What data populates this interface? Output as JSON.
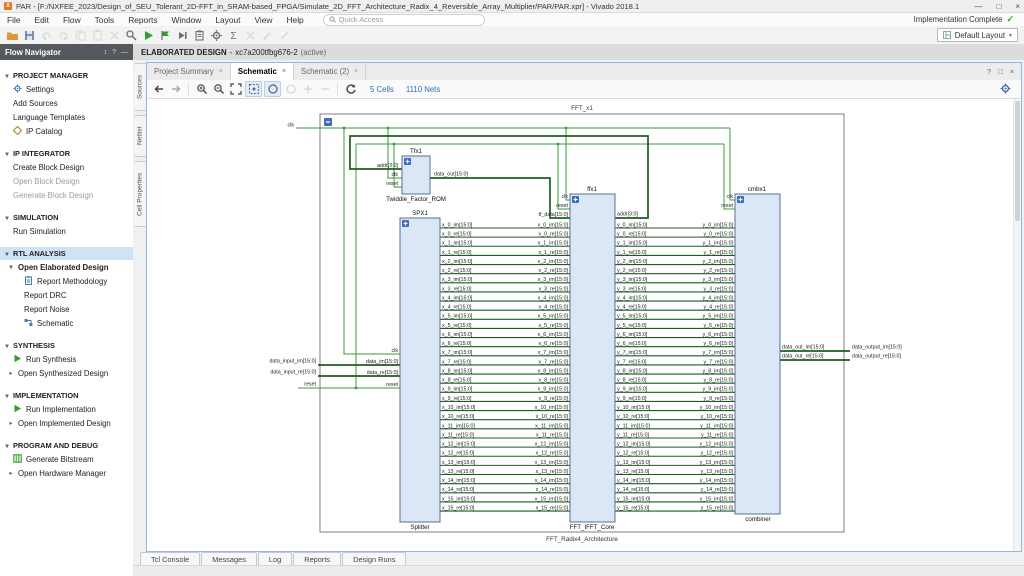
{
  "colors": {
    "accent_green": "#2e9e2e",
    "net_green": "#3a9a3a",
    "bus_green": "#1e5c1e",
    "block_fill": "#dbe7f6",
    "block_border": "#49648b",
    "plus_blue": "#3f6db5",
    "link_blue": "#2a6fb8",
    "check_green": "#2fa02f",
    "selection_blue": "#cfe3f7"
  },
  "titlebar": {
    "title": "PAR - [F:/NXFEE_2023/Design_of_SEU_Tolerant_2D-FFT_in_SRAM-based_FPGA/Simulate_2D_FFT_Architecture_Radix_4_Reversible_Array_Multiplier/PAR/PAR.xpr] - Vivado 2018.1",
    "logo_letter": "X",
    "controls": [
      {
        "name": "minimize",
        "glyph": "—"
      },
      {
        "name": "maximize",
        "glyph": "□"
      },
      {
        "name": "close",
        "glyph": "×"
      }
    ]
  },
  "menubar": {
    "menus": [
      "File",
      "Edit",
      "Flow",
      "Tools",
      "Reports",
      "Window",
      "Layout",
      "View",
      "Help"
    ],
    "quick_access": "Quick Access"
  },
  "toolbar": {
    "icons": [
      {
        "name": "open-project-icon",
        "disabled": false
      },
      {
        "name": "save-icon",
        "disabled": false
      },
      {
        "name": "undo-icon",
        "disabled": true
      },
      {
        "name": "redo-icon",
        "disabled": true
      },
      {
        "name": "copy-icon",
        "disabled": true
      },
      {
        "name": "paste-icon",
        "disabled": true
      },
      {
        "name": "delete-icon",
        "disabled": true
      },
      {
        "name": "search-icon",
        "disabled": false
      },
      {
        "name": "run-icon",
        "disabled": false
      },
      {
        "name": "flag-icon",
        "disabled": false
      },
      {
        "name": "step-icon",
        "disabled": false
      },
      {
        "name": "clipboard-icon",
        "disabled": false
      },
      {
        "name": "settings-icon",
        "disabled": false
      },
      {
        "name": "sum-icon",
        "disabled": false
      },
      {
        "name": "x2-icon",
        "disabled": true
      },
      {
        "name": "edit-icon",
        "disabled": true
      },
      {
        "name": "slash-icon",
        "disabled": true
      }
    ],
    "status_text": "Implementation Complete",
    "check_glyph": "✓",
    "layout_selector": "Default Layout"
  },
  "flow_navigator": {
    "title": "Flow Navigator",
    "header_icons": [
      "collapse-all-icon",
      "help-icon",
      "minimize-icon"
    ],
    "sections": [
      {
        "label": "PROJECT MANAGER",
        "items": [
          {
            "label": "Settings",
            "icon": "gear-icon"
          },
          {
            "label": "Add Sources"
          },
          {
            "label": "Language Templates"
          },
          {
            "label": "IP Catalog",
            "icon": "ip-icon"
          }
        ]
      },
      {
        "label": "IP INTEGRATOR",
        "items": [
          {
            "label": "Create Block Design"
          },
          {
            "label": "Open Block Design",
            "disabled": true
          },
          {
            "label": "Generate Block Design",
            "disabled": true
          }
        ]
      },
      {
        "label": "SIMULATION",
        "items": [
          {
            "label": "Run Simulation"
          }
        ]
      },
      {
        "label": "RTL ANALYSIS",
        "highlight": true,
        "items": [
          {
            "label": "Open Elaborated Design",
            "bold": true,
            "chevron": "down",
            "children": [
              {
                "label": "Report Methodology",
                "icon": "report-icon"
              },
              {
                "label": "Report DRC"
              },
              {
                "label": "Report Noise"
              },
              {
                "label": "Schematic",
                "icon": "schematic-icon"
              }
            ]
          }
        ]
      },
      {
        "label": "SYNTHESIS",
        "items": [
          {
            "label": "Run Synthesis",
            "icon": "play-icon"
          },
          {
            "label": "Open Synthesized Design",
            "chevron": "right"
          }
        ]
      },
      {
        "label": "IMPLEMENTATION",
        "items": [
          {
            "label": "Run Implementation",
            "icon": "play-icon"
          },
          {
            "label": "Open Implemented Design",
            "chevron": "right"
          }
        ]
      },
      {
        "label": "PROGRAM AND DEBUG",
        "items": [
          {
            "label": "Generate Bitstream",
            "icon": "bitstream-icon"
          },
          {
            "label": "Open Hardware Manager",
            "chevron": "right"
          }
        ]
      }
    ]
  },
  "design_bar": {
    "label": "ELABORATED DESIGN",
    "separator": "-",
    "part": "xc7a200tfbg676-2",
    "state": "(active)"
  },
  "editor": {
    "side_tabs": [
      "Sources",
      "Netlist",
      "Cell Properties"
    ],
    "tabs": [
      {
        "label": "Project Summary",
        "close": "×"
      },
      {
        "label": "Schematic",
        "close": "×",
        "active": true
      },
      {
        "label": "Schematic (2)",
        "close": "×"
      }
    ],
    "pane_controls": [
      "?",
      "□",
      "×"
    ],
    "toolbar": {
      "cells": "5 Cells",
      "nets": "1110 Nets"
    },
    "bottom_tabs": [
      "Tcl Console",
      "Messages",
      "Log",
      "Reports",
      "Design Runs"
    ]
  },
  "schematic": {
    "top_label": "FFT_x1",
    "bottom_label": "FFT_Radix4_Architecture",
    "external_inputs": {
      "clk": "clk",
      "data_im": "data_input_im[15:0]",
      "data_re": "data_input_re[15:0]",
      "reset": "reset"
    },
    "external_outputs": {
      "im": "data_output_im[15:0]",
      "re": "data_output_re[15:0]"
    },
    "bus_x": [
      "x_0_im[15:0]",
      "x_0_re[15:0]",
      "x_1_im[15:0]",
      "x_1_re[15:0]",
      "x_2_im[15:0]",
      "x_2_re[15:0]",
      "x_3_im[15:0]",
      "x_3_re[15:0]",
      "x_4_im[15:0]",
      "x_4_re[15:0]",
      "x_5_im[15:0]",
      "x_5_re[15:0]",
      "x_6_im[15:0]",
      "x_6_re[15:0]",
      "x_7_im[15:0]",
      "x_7_re[15:0]",
      "x_8_im[15:0]",
      "x_8_re[15:0]",
      "x_9_im[15:0]",
      "x_9_re[15:0]",
      "x_10_im[15:0]",
      "x_10_re[15:0]",
      "x_11_im[15:0]",
      "x_11_re[15:0]",
      "x_12_im[15:0]",
      "x_12_re[15:0]",
      "x_13_im[15:0]",
      "x_13_re[15:0]",
      "x_14_im[15:0]",
      "x_14_re[15:0]",
      "x_15_im[15:0]",
      "x_15_re[15:0]"
    ],
    "bus_y": [
      "y_0_im[15:0]",
      "y_0_re[15:0]",
      "y_1_im[15:0]",
      "y_1_re[15:0]",
      "y_2_im[15:0]",
      "y_2_re[15:0]",
      "y_3_im[15:0]",
      "y_3_re[15:0]",
      "y_4_im[15:0]",
      "y_4_re[15:0]",
      "y_5_im[15:0]",
      "y_5_re[15:0]",
      "y_6_im[15:0]",
      "y_6_re[15:0]",
      "y_7_im[15:0]",
      "y_7_re[15:0]",
      "y_8_im[15:0]",
      "y_8_re[15:0]",
      "y_9_im[15:0]",
      "y_9_re[15:0]",
      "y_10_im[15:0]",
      "y_10_re[15:0]",
      "y_11_im[15:0]",
      "y_11_re[15:0]",
      "y_12_im[15:0]",
      "y_12_re[15:0]",
      "y_13_im[15:0]",
      "y_13_re[15:0]",
      "y_14_im[15:0]",
      "y_14_re[15:0]",
      "y_15_im[15:0]",
      "y_15_re[15:0]"
    ],
    "blocks": {
      "rom": {
        "name": "Tfx1",
        "type": "Twiddle_Factor_ROM",
        "left": [
          "addr[3:0]",
          "clk",
          "reset"
        ],
        "right": [
          "data_out[15:0]"
        ]
      },
      "splitter": {
        "name": "SPX1",
        "type": "Splitter",
        "left": [
          "clk",
          "data_im[15:0]",
          "data_re[15:0]",
          "reset"
        ]
      },
      "fft": {
        "name": "ffx1",
        "type": "FFT_IFFT_Core",
        "left_scalars": [
          "clk",
          "reset",
          "tf_data[15:0]"
        ],
        "right_scalars": [
          "addr[3:0]"
        ]
      },
      "combiner": {
        "name": "cmbx1",
        "type": "combiner",
        "left_scalars": [
          "clk",
          "reset"
        ],
        "right": [
          "data_out_im[15:0]",
          "data_out_re[15:0]"
        ]
      }
    }
  }
}
